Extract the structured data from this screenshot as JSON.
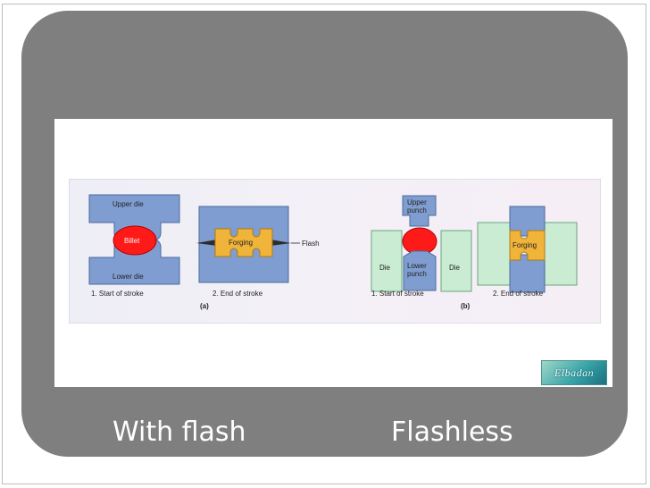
{
  "figure": {
    "panel_a": {
      "step1": {
        "upper_die": "Upper die",
        "billet": "Billet",
        "lower_die": "Lower die",
        "caption": "1. Start of stroke"
      },
      "step2": {
        "forging": "Forging",
        "flash": "Flash",
        "caption": "2. End of stroke"
      },
      "label": "(a)"
    },
    "panel_b": {
      "step1": {
        "upper_punch": "Upper punch",
        "die_left": "Die",
        "lower_punch": "Lower punch",
        "die_right": "Die",
        "caption": "1. Start of stroke"
      },
      "step2": {
        "forging": "Forging",
        "caption": "2. End of stroke"
      },
      "label": "(b)"
    }
  },
  "logo_text": "Elbadan",
  "captions": {
    "left": "With flash",
    "right": "Flashless"
  },
  "colors": {
    "panel_gray": "#7f7f7f",
    "die_blue": "#7f9dd0",
    "billet_red": "#ff1a1a",
    "forging_yellow": "#f0b43a",
    "die_green": "#c9ecd3"
  }
}
